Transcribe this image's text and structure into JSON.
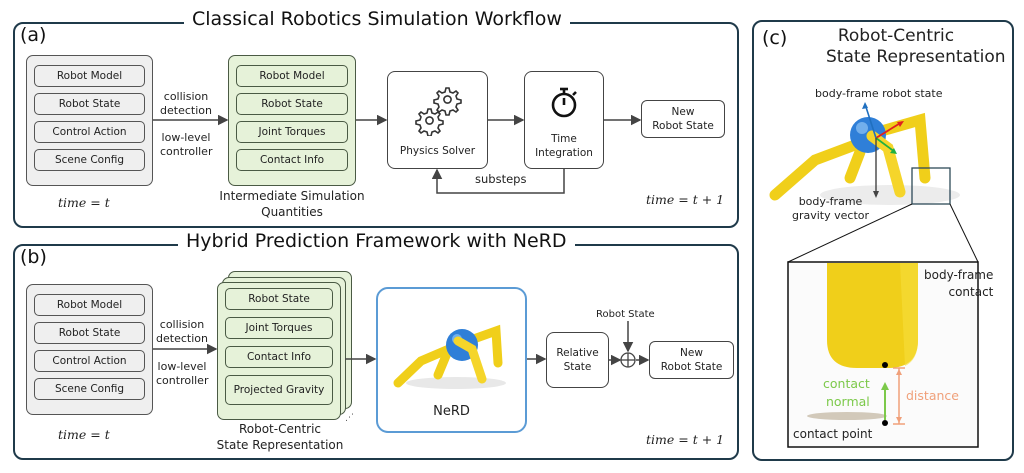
{
  "panel_a": {
    "letter": "(a)",
    "title": "Classical Robotics Simulation Workflow",
    "input_items": [
      "Robot Model",
      "Robot State",
      "Control Action",
      "Scene Config"
    ],
    "input_time": "time = t",
    "edge_label_top": [
      "collision",
      "detection"
    ],
    "edge_label_bottom": [
      "low-level",
      "controller"
    ],
    "intermediate_items": [
      "Robot Model",
      "Robot State",
      "Joint Torques",
      "Contact Info"
    ],
    "intermediate_caption": [
      "Intermediate Simulation",
      "Quantities"
    ],
    "physics_solver": "Physics Solver",
    "physics_icon": "gears-icon",
    "time_integration": [
      "Time",
      "Integration"
    ],
    "time_icon": "stopwatch-icon",
    "loop_label": "substeps",
    "output": [
      "New",
      "Robot State"
    ],
    "output_time": "time = t + 1"
  },
  "panel_b": {
    "letter": "(b)",
    "title": "Hybrid Prediction Framework with NeRD",
    "input_items": [
      "Robot Model",
      "Robot State",
      "Control Action",
      "Scene Config"
    ],
    "input_time": "time = t",
    "edge_label_top": [
      "collision",
      "detection"
    ],
    "edge_label_bottom": [
      "low-level",
      "controller"
    ],
    "state_items": [
      "Robot State",
      "Joint Torques",
      "Contact Info",
      "Projected Gravity"
    ],
    "state_caption": [
      "Robot-Centric",
      "State Representation"
    ],
    "model_label": "NeRD",
    "model_image": "quadruped-robot-image",
    "relative_state": [
      "Relative",
      "State"
    ],
    "sum_input": "Robot State",
    "sum_symbol": "⊕",
    "output": [
      "New",
      "Robot State"
    ],
    "output_time": "time = t + 1",
    "colors": {
      "nerd_border": "#5b9bd5"
    }
  },
  "panel_c": {
    "letter": "(c)",
    "title": [
      "Robot-Centric",
      "State Representation"
    ],
    "robot_state_label": "body-frame robot state",
    "gravity_label": [
      "body-frame",
      "gravity vector"
    ],
    "contact_label": [
      "body-frame",
      "contact"
    ],
    "contact_normal_label": [
      "contact",
      "normal"
    ],
    "distance_label": "distance",
    "contact_point_label": "contact point",
    "colors": {
      "contact_normal": "#7cc94a",
      "distance": "#f0a07a",
      "axis_x": "#e02020",
      "axis_y": "#20b040",
      "axis_z": "#2070c0",
      "robot_yellow": "#f2d21a",
      "robot_blue": "#2f7fd8"
    }
  }
}
